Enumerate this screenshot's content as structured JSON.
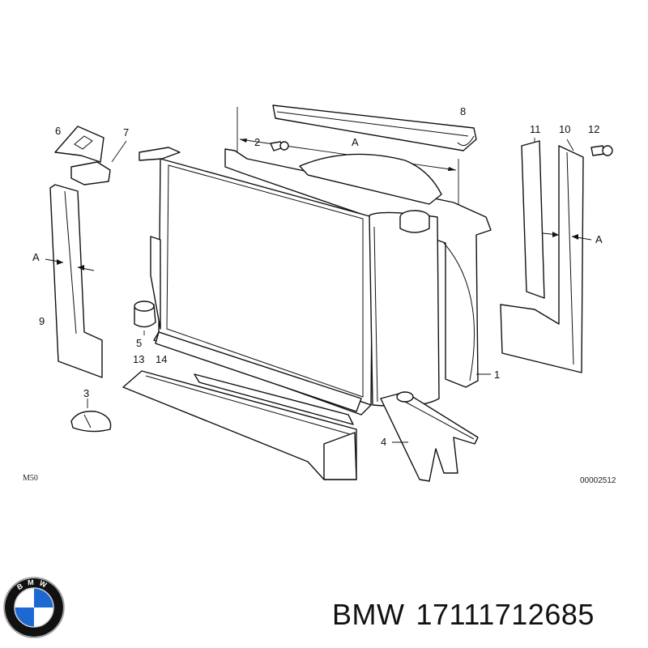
{
  "diagram": {
    "callouts": {
      "c1": "1",
      "c2": "2",
      "c3": "3",
      "c4": "4",
      "c5": "5",
      "c6": "6",
      "c7": "7",
      "c8": "8",
      "c9": "9",
      "c10": "10",
      "c11": "11",
      "c12": "12",
      "c13": "13",
      "c14": "14"
    },
    "section_marks": {
      "a_top": "A",
      "a_left": "A",
      "a_right": "A"
    },
    "engine_label": "M50",
    "diagram_code": "00002512"
  },
  "logo": {
    "brand_text": "BMW",
    "colors": {
      "blue": "#1c69d4",
      "ring": "#111111",
      "white": "#ffffff"
    }
  },
  "caption": {
    "brand": "BMW",
    "part_number": "17111712685"
  }
}
